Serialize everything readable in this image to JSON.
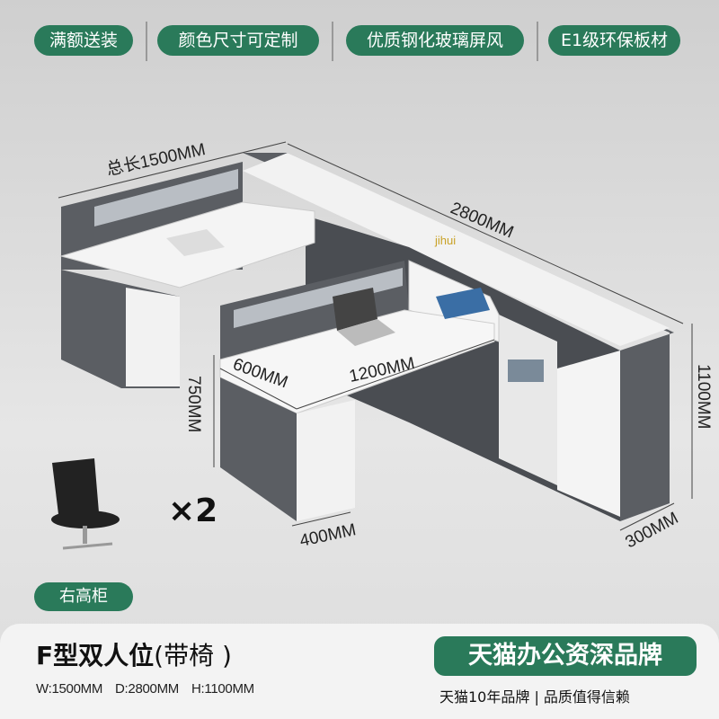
{
  "badges": [
    "满额送装",
    "颜色尺寸可定制",
    "优质钢化玻璃屏风",
    "E1级环保板材"
  ],
  "dimensions": {
    "total_length": "总长1500MM",
    "depth": "2800MM",
    "desk_depth": "600MM",
    "desk_width": "1200MM",
    "desk_height": "750MM",
    "cabinet_height": "1100MM",
    "pedestal_width": "400MM",
    "cabinet_depth": "300MM"
  },
  "watermark": "jihui",
  "chair": {
    "quantity": "×2"
  },
  "variant_label": "右高柜",
  "product": {
    "title_bold": "F型双人位",
    "title_light": "(带椅 )",
    "specs": [
      "W:1500MM",
      "D:2800MM",
      "H:1100MM"
    ]
  },
  "brand": {
    "headline": "天猫办公资深品牌",
    "tagline": "天猫10年品牌 | 品质值得信赖"
  },
  "colors": {
    "accent": "#2a7a5a",
    "panel": "#f3f3f3",
    "cabinet_gray": "#5b5e63"
  }
}
